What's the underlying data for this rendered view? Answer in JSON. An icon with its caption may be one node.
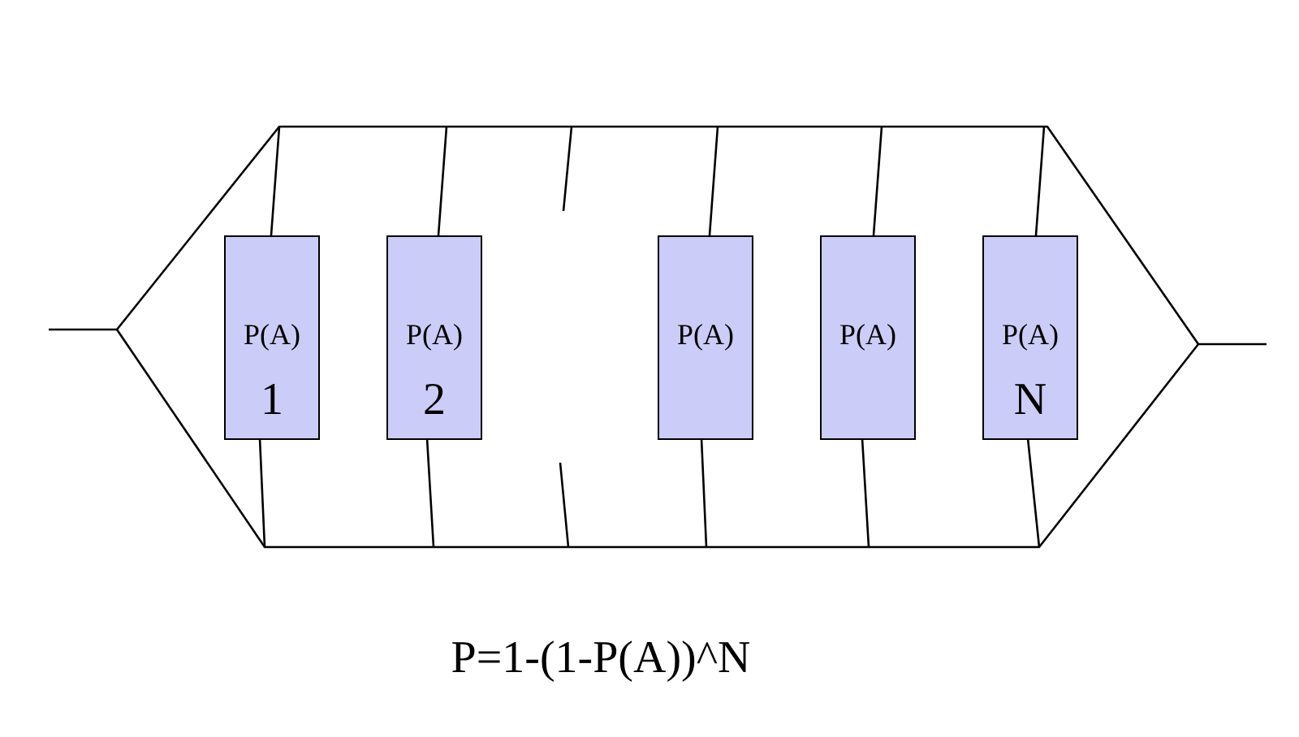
{
  "diagram": {
    "caption": "P=1-(1-P(A))^N",
    "nodes": [
      {
        "text": [
          "P(A)",
          "1"
        ]
      },
      {
        "text": [
          "P(A)",
          "2"
        ]
      },
      {
        "text": [
          "P(A)"
        ]
      },
      {
        "text": [
          "P(A)"
        ]
      },
      {
        "text": [
          "P(A)",
          "N"
        ]
      }
    ],
    "edges": []
  }
}
